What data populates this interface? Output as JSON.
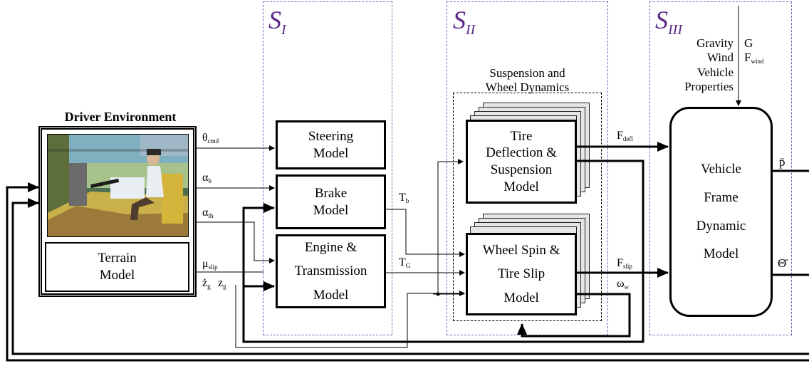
{
  "stages": {
    "s1": {
      "letter": "S",
      "sub": "I"
    },
    "s2": {
      "letter": "S",
      "sub": "II"
    },
    "s3": {
      "letter": "S",
      "sub": "III"
    }
  },
  "driver_environment": {
    "title": "Driver Environment",
    "terrain_model": [
      "Terrain",
      "Model"
    ]
  },
  "blocks": {
    "steering": [
      "Steering",
      "Model"
    ],
    "brake": [
      "Brake",
      "Model"
    ],
    "engine": [
      "Engine &",
      "Transmission",
      "Model"
    ],
    "suspension_group": [
      "Suspension and",
      "Wheel Dynamics"
    ],
    "tire_deflection": [
      "Tire",
      "Deflection &",
      "Suspension",
      "Model"
    ],
    "wheel_spin": [
      "Wheel Spin &",
      "Tire Slip",
      "Model"
    ],
    "vehicle_frame": [
      "Vehicle",
      "Frame",
      "Dynamic",
      "Model"
    ]
  },
  "external_inputs": {
    "labels": [
      "Gravity",
      "Wind",
      "Vehicle",
      "Properties"
    ],
    "g": "G",
    "f_wind": {
      "main": "F",
      "sub": "wind"
    }
  },
  "signals": {
    "theta_cmd": {
      "main": "θ",
      "sub": "cmd"
    },
    "alpha_b": {
      "main": "α",
      "sub": "b"
    },
    "alpha_th": {
      "main": "α",
      "sub": "th"
    },
    "mu_slip": {
      "main": "μ",
      "sub": "slip"
    },
    "z_dot": {
      "main": "ż",
      "sub": "g"
    },
    "z": {
      "main": "z",
      "sub": "g"
    },
    "t_b": {
      "main": "T",
      "sub": "b"
    },
    "t_g": {
      "main": "T",
      "sub": "G"
    },
    "f_defl": {
      "main": "F",
      "sub": "defl"
    },
    "f_slip": {
      "main": "F",
      "sub": "slip"
    },
    "omega_w": {
      "main": "ω",
      "sub": "w"
    },
    "p_bar": "p̄",
    "theta_bar": "Θ̄"
  },
  "colors": {
    "stage_border": "#8060b0",
    "stage_label": "#5b2a86",
    "line": "#000000",
    "ghost_fill": "#e6e6e6"
  }
}
